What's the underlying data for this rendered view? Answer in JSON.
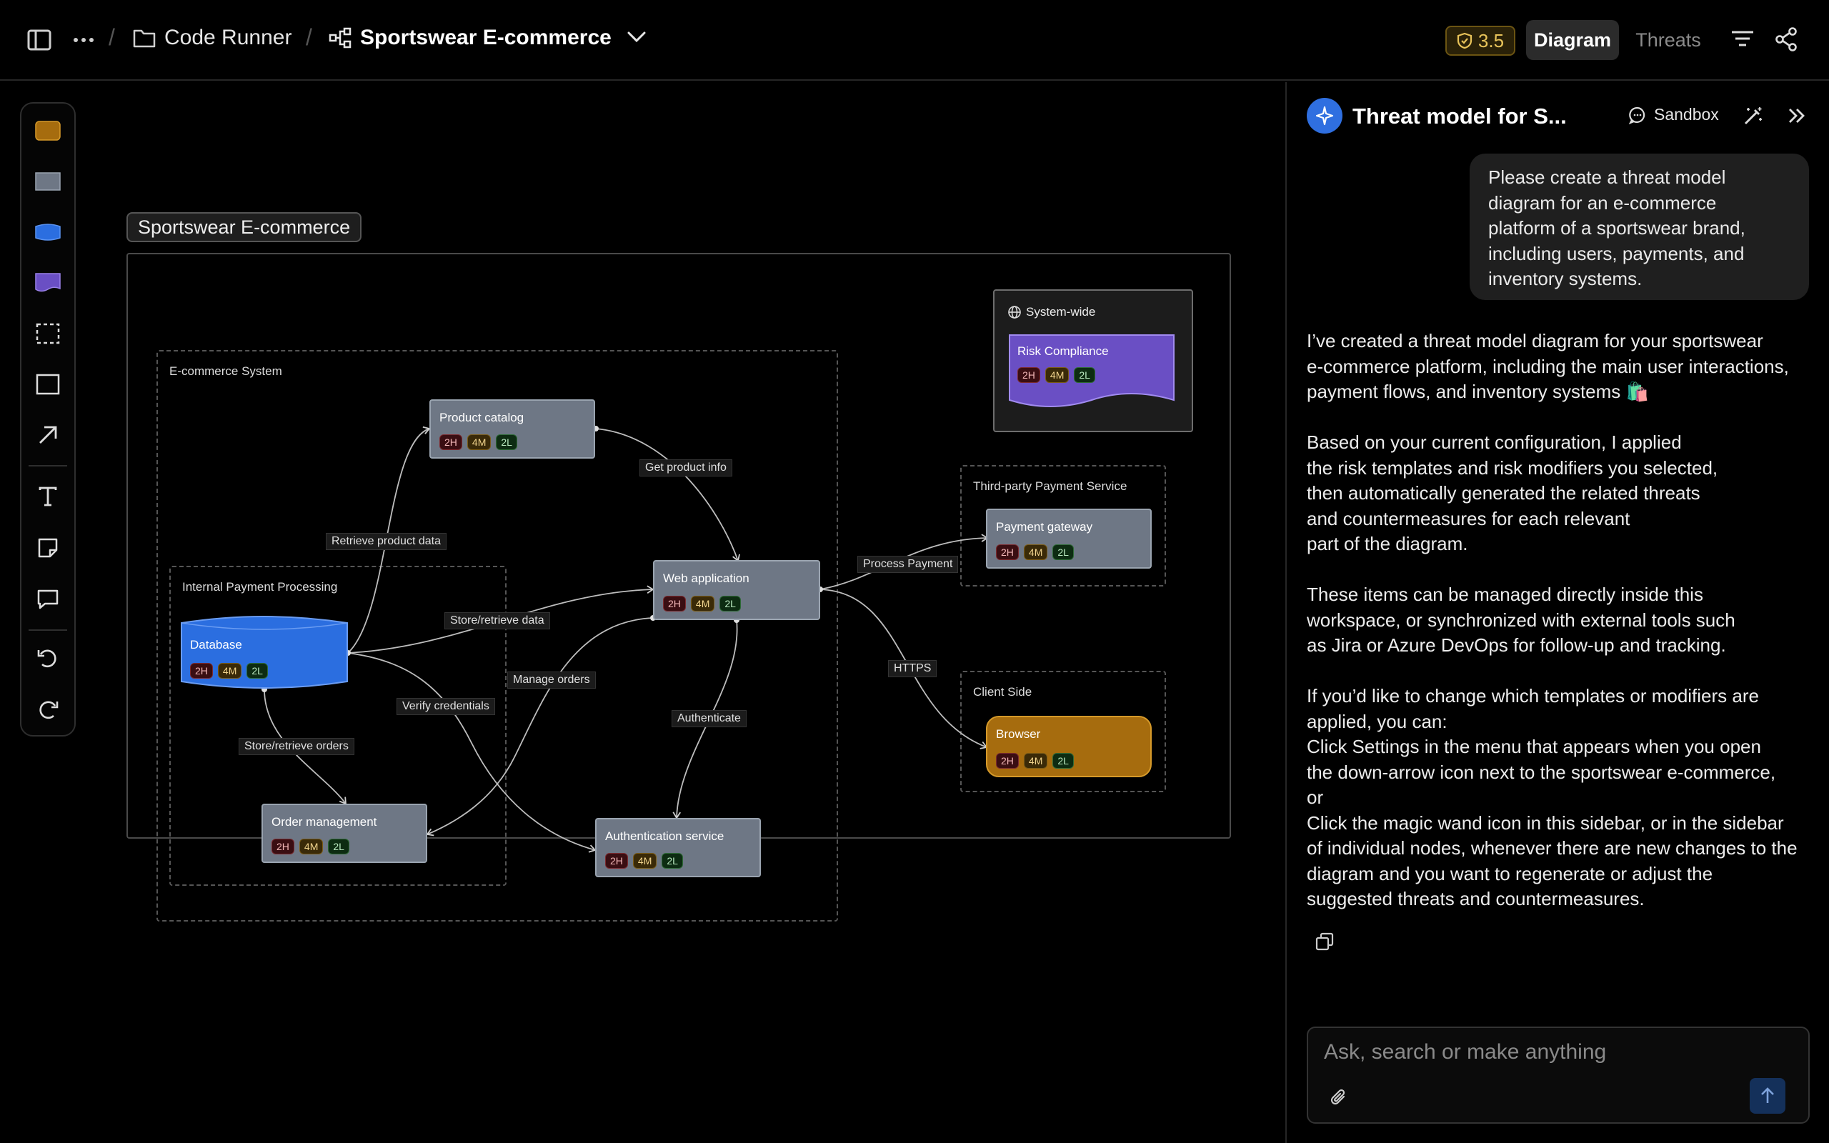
{
  "topbar": {
    "breadcrumb": [
      "Code Runner",
      "Sportswear E-commerce"
    ],
    "score": "3.5",
    "tabs": [
      "Diagram",
      "Threats"
    ]
  },
  "canvas": {
    "frame_title": "Sportswear E-commerce",
    "boundaries": {
      "ecommerce": "E-commerce System",
      "internal_payment": "Internal Payment Processing",
      "system_wide": "System-wide",
      "third_party": "Third-party Payment Service",
      "client_side": "Client Side"
    },
    "nodes": {
      "product_catalog": {
        "label": "Product catalog",
        "h": "2H",
        "m": "4M",
        "l": "2L"
      },
      "web_application": {
        "label": "Web  application",
        "h": "2H",
        "m": "4M",
        "l": "2L"
      },
      "database": {
        "label": "Database",
        "h": "2H",
        "m": "4M",
        "l": "2L"
      },
      "order_management": {
        "label": "Order management",
        "h": "2H",
        "m": "4M",
        "l": "2L"
      },
      "authentication_service": {
        "label": "Authentication service",
        "h": "2H",
        "m": "4M",
        "l": "2L"
      },
      "risk_compliance": {
        "label": "Risk Compliance",
        "h": "2H",
        "m": "4M",
        "l": "2L"
      },
      "payment_gateway": {
        "label": "Payment  gateway",
        "h": "2H",
        "m": "4M",
        "l": "2L"
      },
      "browser": {
        "label": "Browser",
        "h": "2H",
        "m": "4M",
        "l": "2L"
      }
    },
    "edges": {
      "get_product_info": "Get product info",
      "retrieve_product_data": "Retrieve product data",
      "store_retrieve_data": "Store/retrieve data",
      "process_payment": "Process Payment",
      "manage_orders": "Manage orders",
      "verify_credentials": "Verify credentials",
      "store_retrieve_orders": "Store/retrieve orders",
      "authenticate": "Authenticate",
      "https": "HTTPS"
    }
  },
  "panel": {
    "title": "Threat model for S...",
    "sandbox_label": "Sandbox",
    "user_message": "Please create a threat model\ndiagram for an e-commerce\nplatform of a sportswear brand,\nincluding users, payments, and\ninventory systems.",
    "ai_message": "I’ve created a threat model diagram for your sportswear\ne-commerce platform, including the main user interactions,\npayment flows, and inventory systems 🛍️\n\nBased on your current configuration, I applied\nthe risk templates and risk modifiers you selected,\nthen automatically generated the related threats\nand countermeasures for each relevant\npart of the diagram.\n\nThese items can be managed directly inside this\nworkspace, or synchronized with external tools such\nas Jira or Azure DevOps for follow-up and tracking.\n\nIf you’d like to change which templates or modifiers are\napplied, you can:\nClick Settings in the menu that appears when you open\nthe down-arrow icon next to the sportswear e-commerce,\nor\nClick the magic wand icon in this sidebar, or in the sidebar\nof individual nodes, whenever there are new changes to the\ndiagram and you want to regenerate or adjust the\nsuggested threats and countermeasures.",
    "composer_placeholder": "Ask, search or make anything"
  },
  "colors": {
    "accent_blue": "#2f6fe0",
    "node_gray": "#6e7785",
    "database_blue": "#2b6ee0",
    "risk_purple": "#6a4fc4",
    "browser_gold": "#a66c0e",
    "score_gold": "#e9c45a"
  }
}
